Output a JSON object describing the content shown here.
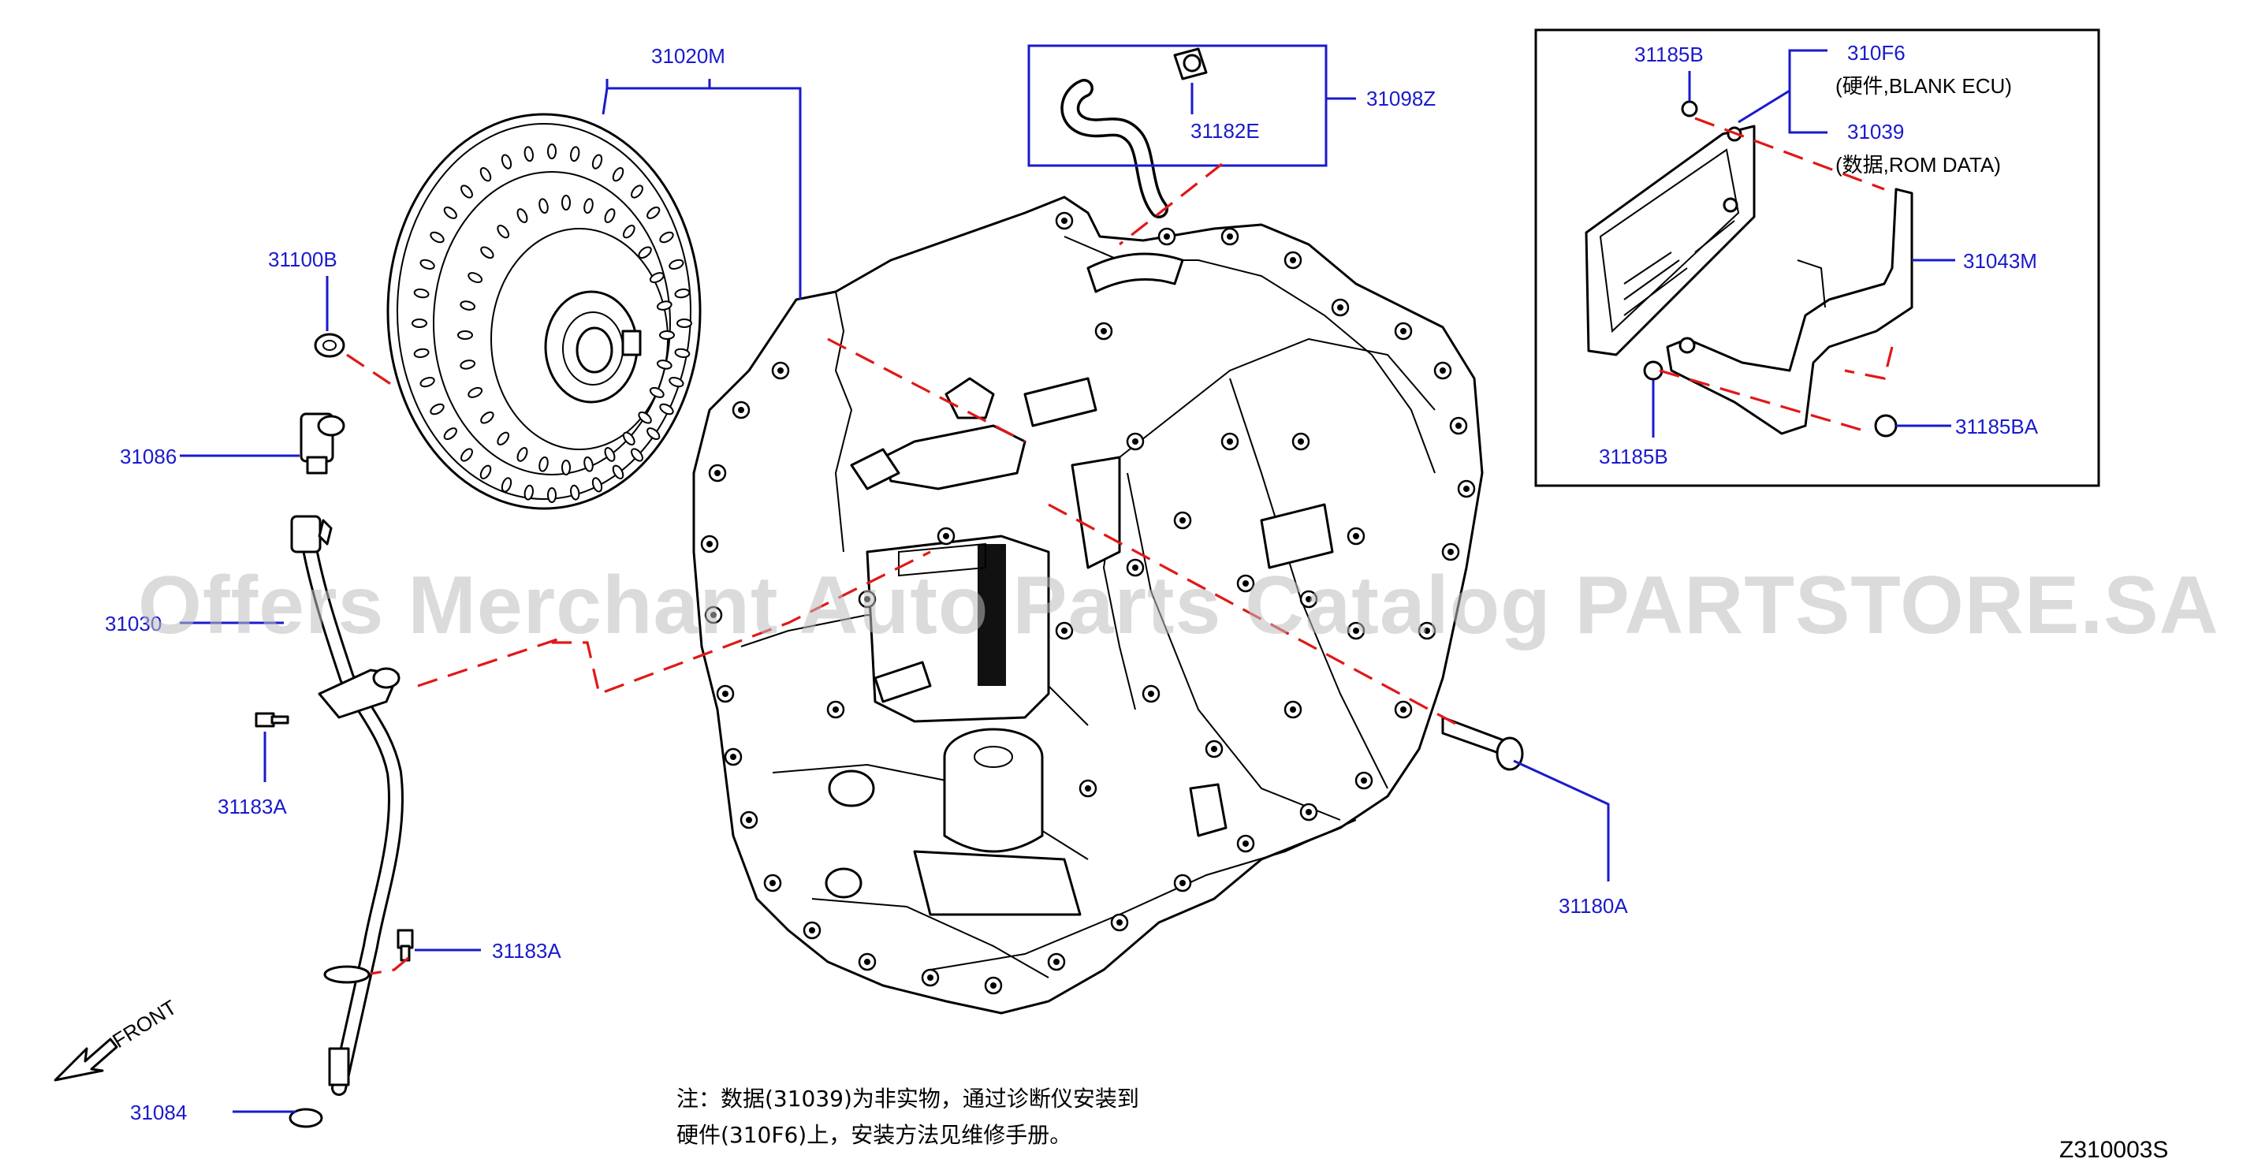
{
  "callouts": {
    "c31020M": "31020M",
    "c31098Z": "31098Z",
    "c31182E": "31182E",
    "c31100B": "31100B",
    "c31086": "31086",
    "c31030": "31030",
    "c31183A_1": "31183A",
    "c31183A_2": "31183A",
    "c31084": "31084",
    "c31180A": "31180A",
    "c31185B_1": "31185B",
    "c31185B_2": "31185B",
    "c310F6": "310F6",
    "c310F6_desc": "(硬件,BLANK   ECU)",
    "c31039": "31039",
    "c31039_desc": "(数据,ROM   DATA)",
    "c31043M": "31043M",
    "c31185BA": "31185BA"
  },
  "front_label": "FRONT",
  "note": {
    "line1": "注：数据(31039)为非实物，通过诊断仪安装到",
    "line2": "硬件(310F6)上，安装方法见维修手册。"
  },
  "diagram_code": "Z310003S",
  "watermark": "Offers Merchant Auto Parts Catalog PARTSTORE.SA",
  "colors": {
    "callout": "#1a1acc",
    "dashed_leader": "#e01818",
    "watermark": "#bdbdbd"
  }
}
